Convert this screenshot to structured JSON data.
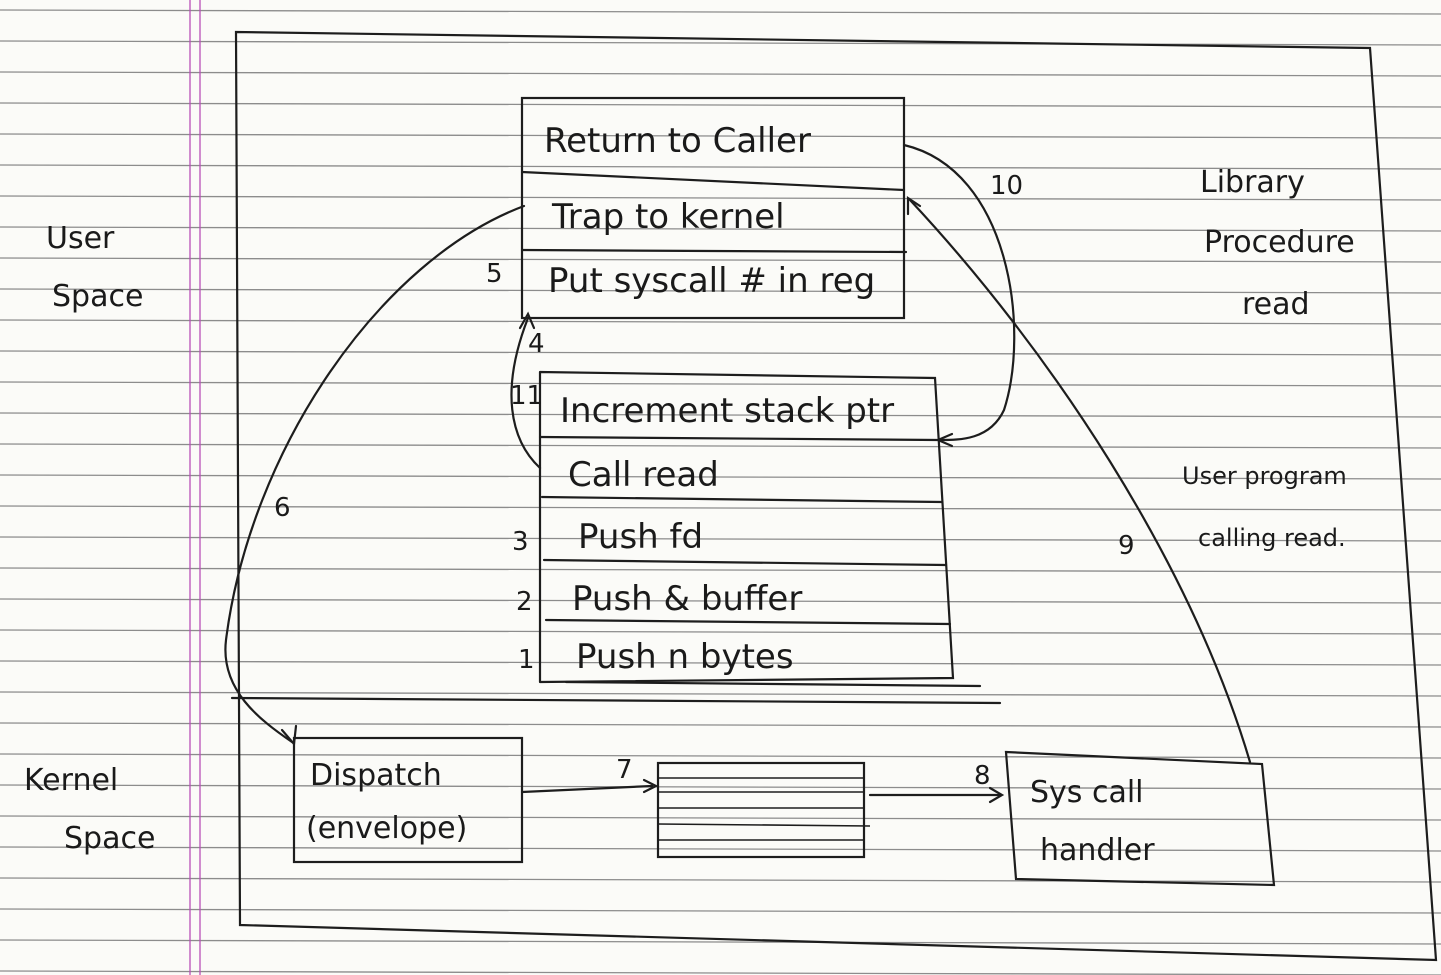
{
  "labels": {
    "user_space_1": "User",
    "user_space_2": "Space",
    "kernel_space_1": "Kernel",
    "kernel_space_2": "Space",
    "library_1": "Library",
    "library_2": "Procedure",
    "library_3": "read",
    "user_prog_1": "User program",
    "user_prog_2": "calling read."
  },
  "library_rows": [
    "Return to Caller",
    "Trap to kernel",
    "Put syscall # in reg"
  ],
  "program_rows": [
    "Increment stack ptr",
    "Call read",
    "Push fd",
    "Push & buffer",
    "Push n bytes"
  ],
  "kernel_boxes": {
    "dispatch_1": "Dispatch",
    "dispatch_2": "(envelope)",
    "handler_1": "Sys call",
    "handler_2": "handler"
  },
  "step_numbers": {
    "s1": "1",
    "s2": "2",
    "s3": "3",
    "s4": "4",
    "s5": "5",
    "s6": "6",
    "s7": "7",
    "s8": "8",
    "s9": "9",
    "s10": "10",
    "s11": "11"
  },
  "colors": {
    "ink": "#1d1d1d",
    "paper": "#fbfbf8",
    "rule_line": "#8c8c8c",
    "margin_line": "#b84fb8"
  }
}
